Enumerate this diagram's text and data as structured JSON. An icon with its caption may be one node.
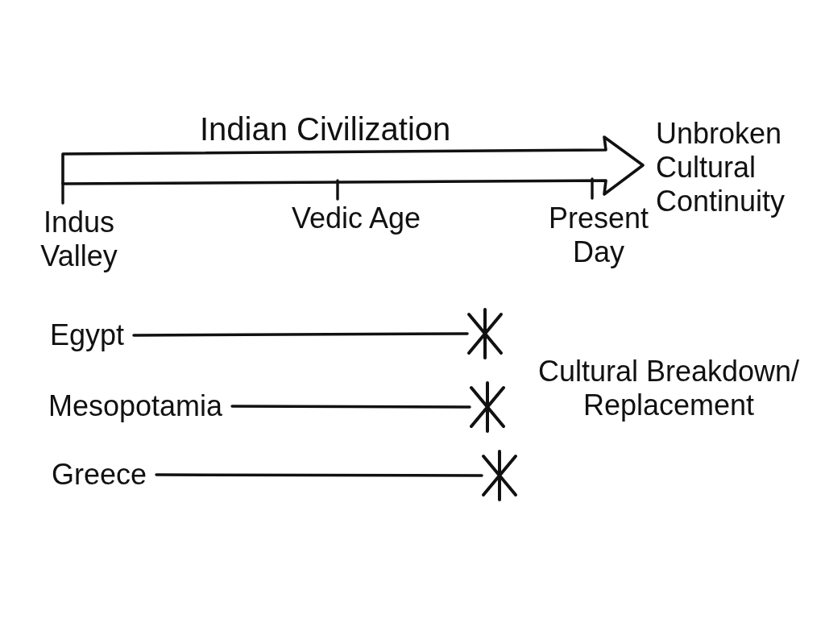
{
  "diagram": {
    "nodes": [
      {
        "text": [
          "Indian Civilization"
        ],
        "beside": [
          "Indus Valley",
          "Vedic Age",
          "Present Day",
          "Unbroken Cultural Continuity"
        ]
      },
      {
        "text": [
          "Egypt"
        ]
      },
      {
        "text": [
          "Mesopotamia"
        ]
      },
      {
        "text": [
          "Greece"
        ]
      },
      {
        "text": [],
        "shape": "asterisk"
      },
      {
        "text": [],
        "shape": "asterisk"
      },
      {
        "text": [],
        "shape": "asterisk"
      }
    ],
    "edges": [
      {
        "from": 1,
        "to": 4,
        "arrow": "none"
      },
      {
        "from": 2,
        "to": 5,
        "arrow": "none"
      },
      {
        "from": 3,
        "to": 6,
        "arrow": "none"
      }
    ],
    "labels": [
      "Cultural Breakdown/ Replacement"
    ]
  }
}
